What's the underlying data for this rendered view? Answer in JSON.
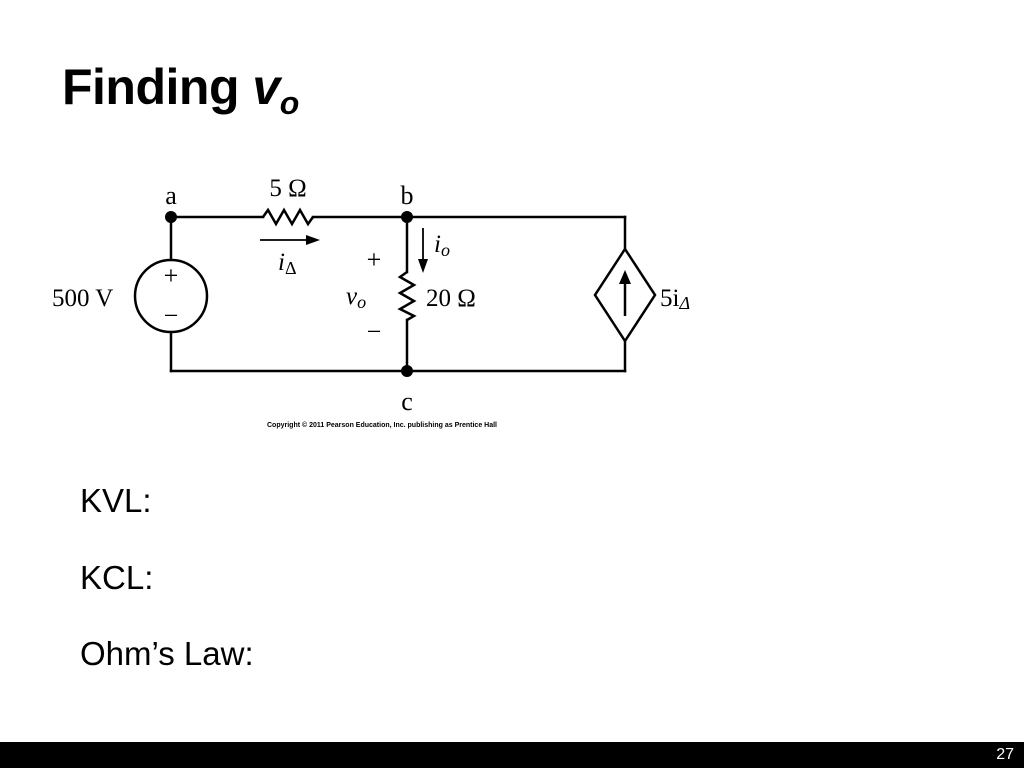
{
  "slide": {
    "title_main": "Finding ",
    "title_var": "v",
    "title_sub": "o",
    "copyright": "Copyright © 2011 Pearson Education, Inc. publishing as Prentice Hall",
    "laws": {
      "kvl": "KVL:",
      "kcl": "KCL:",
      "ohm": "Ohm’s Law:"
    },
    "page_number": "27"
  },
  "circuit": {
    "node_a": "a",
    "node_b": "b",
    "node_c": "c",
    "source_value": "500 V",
    "source_plus": "+",
    "source_minus": "−",
    "resistor_1": "5 Ω",
    "resistor_2": "20 Ω",
    "current_delta_main": "i",
    "current_delta_sub": "Δ",
    "current_o_main": "i",
    "current_o_sub": "o",
    "vo_main": "v",
    "vo_sub": "o",
    "vo_plus": "+",
    "vo_minus": "−",
    "dep_source_main": "5i",
    "dep_source_sub": "Δ"
  },
  "colors": {
    "background": "#ffffff",
    "ink": "#000000",
    "footer": "#000000",
    "page_number": "#ffffff"
  }
}
